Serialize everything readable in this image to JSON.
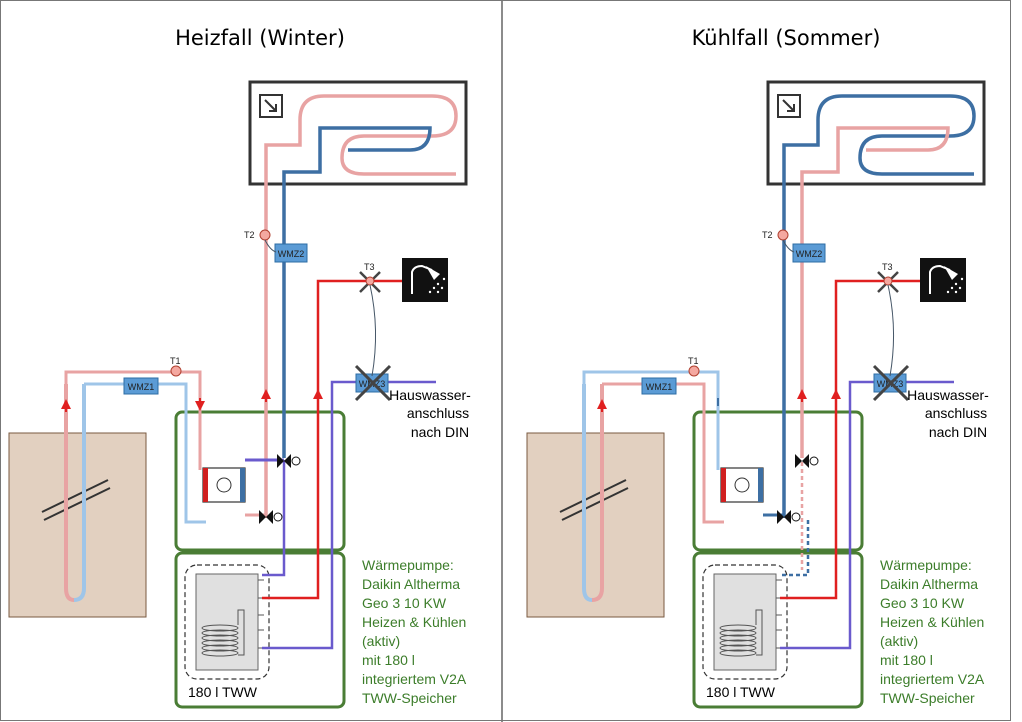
{
  "panels": [
    {
      "title": "Heizfall (Winter)",
      "meters": {
        "wmz1": "WMZ1",
        "wmz2": "WMZ2",
        "wmz3": "WMZ3"
      },
      "sensors": {
        "t1": "T1",
        "t2": "T2",
        "t3": "T3"
      },
      "house_connection": [
        "Hauswasser-",
        "anschluss",
        "nach DIN"
      ],
      "heatpump_info": [
        "Wärmepumpe:",
        "Daikin Altherma",
        "Geo 3 10 KW",
        "Heizen & Kühlen",
        "(aktiv)",
        "mit 180 l",
        "integriertem V2A",
        "TWW-Speicher"
      ],
      "tank_label": "180 l TWW"
    },
    {
      "title": "Kühlfall (Sommer)",
      "meters": {
        "wmz1": "WMZ1",
        "wmz2": "WMZ2",
        "wmz3": "WMZ3"
      },
      "sensors": {
        "t1": "T1",
        "t2": "T2",
        "t3": "T3"
      },
      "house_connection": [
        "Hauswasser-",
        "anschluss",
        "nach DIN"
      ],
      "heatpump_info": [
        "Wärmepumpe:",
        "Daikin Altherma",
        "Geo 3 10 KW",
        "Heizen & Kühlen",
        "(aktiv)",
        "mit 180 l",
        "integriertem V2A",
        "TWW-Speicher"
      ],
      "tank_label": "180 l TWW"
    }
  ],
  "colors": {
    "hot_line": "#e8a3a3",
    "cold_line": "#9fc5e8",
    "floor_blue": "#3d6fa3",
    "dhw_red": "#e02020",
    "dhw_purple": "#6a5acd",
    "housing_green": "#4a7d35",
    "ground": "#e2d0c0"
  }
}
